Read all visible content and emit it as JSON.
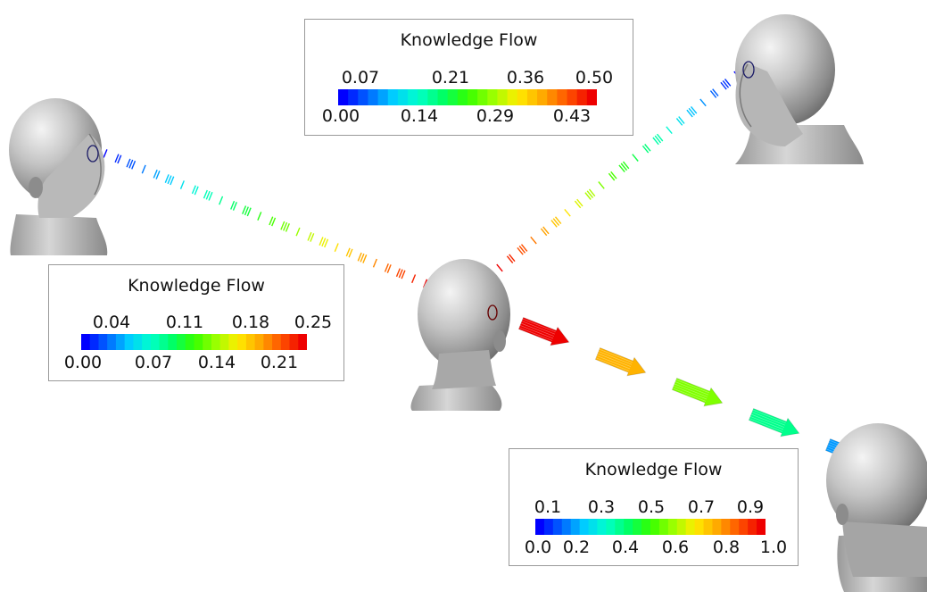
{
  "colormap": [
    "#0000ff",
    "#0066ff",
    "#00ccff",
    "#00ffcc",
    "#00ff66",
    "#33ff00",
    "#99ff00",
    "#ffee00",
    "#ffaa00",
    "#ff5500",
    "#ee0000"
  ],
  "legends": [
    {
      "id": "top",
      "title": "Knowledge Flow",
      "upper_ticks": [
        "0.07",
        "0.21",
        "0.36",
        "0.50"
      ],
      "lower_ticks": [
        "0.00",
        "0.14",
        "0.29",
        "0.43"
      ]
    },
    {
      "id": "left",
      "title": "Knowledge Flow",
      "upper_ticks": [
        "0.04",
        "0.11",
        "0.18",
        "0.25"
      ],
      "lower_ticks": [
        "0.00",
        "0.07",
        "0.14",
        "0.21"
      ]
    },
    {
      "id": "bottom",
      "title": "Knowledge Flow",
      "upper_ticks": [
        "0.1",
        "0.3",
        "0.5",
        "0.7",
        "0.9"
      ],
      "lower_ticks": [
        "0.0",
        "0.2",
        "0.4",
        "0.6",
        "0.8",
        "1.0"
      ]
    }
  ],
  "heads": [
    {
      "id": "left-person",
      "facing": "right"
    },
    {
      "id": "top-right-person",
      "facing": "left"
    },
    {
      "id": "center-person",
      "facing": "back"
    },
    {
      "id": "bottom-right-person",
      "facing": "back"
    }
  ],
  "flows": [
    {
      "id": "flow-left-to-center",
      "from": "left-person",
      "to": "center-person",
      "style": "thin-vectors",
      "color_from": 0.0,
      "color_to": 1.0
    },
    {
      "id": "flow-center-to-top-right",
      "from": "center-person",
      "to": "top-right-person",
      "style": "thin-vectors",
      "color_from": 1.0,
      "color_to": 0.0
    },
    {
      "id": "flow-center-to-bottom-right",
      "from": "center-person",
      "to": "bottom-right-person",
      "style": "thick-arrows",
      "color_from": 1.0,
      "color_to": 0.15
    }
  ]
}
